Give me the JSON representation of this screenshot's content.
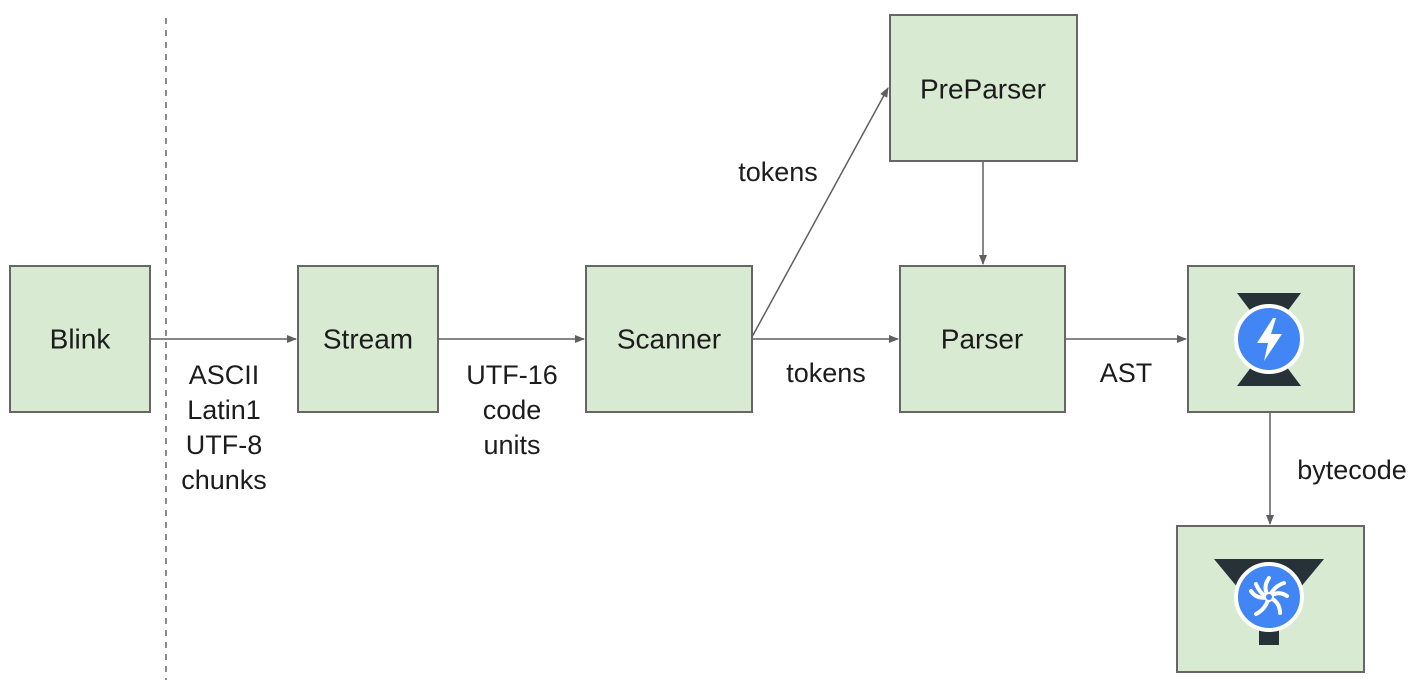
{
  "nodes": {
    "blink": "Blink",
    "stream": "Stream",
    "scanner": "Scanner",
    "preparser": "PreParser",
    "parser": "Parser"
  },
  "edges": {
    "blink_to_stream": [
      "ASCII",
      "Latin1",
      "UTF-8",
      "chunks"
    ],
    "stream_to_scanner": [
      "UTF-16",
      "code",
      "units"
    ],
    "scanner_to_preparser": "tokens",
    "scanner_to_parser": "tokens",
    "parser_to_ignition": "AST",
    "ignition_to_turbofan": "bytecode"
  },
  "icons": {
    "ignition": "ignition-logo-icon",
    "turbofan": "turbofan-logo-icon"
  },
  "colors": {
    "box_fill": "#d9ead3",
    "box_stroke": "#666666",
    "logo_blue": "#4285f4",
    "logo_dark": "#263238"
  }
}
